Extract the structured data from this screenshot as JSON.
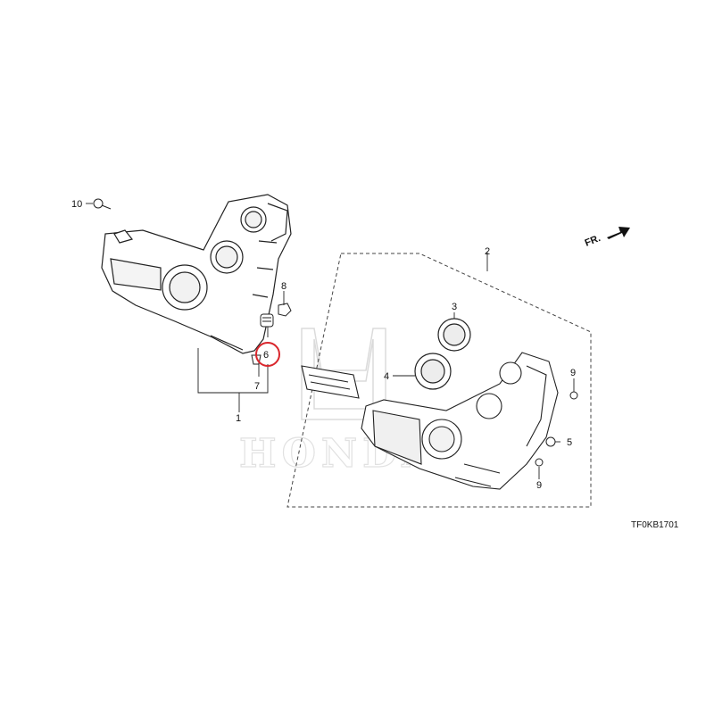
{
  "diagram": {
    "code": "TF0KB1701",
    "direction_label": "FR.",
    "watermark": "HONDA",
    "highlight_color": "#d9262c",
    "callouts": {
      "c1": "1",
      "c2": "2",
      "c3": "3",
      "c4": "4",
      "c5": "5",
      "c6": "6",
      "c7": "7",
      "c8": "8",
      "c9a": "9",
      "c9b": "9",
      "c10": "10"
    }
  }
}
